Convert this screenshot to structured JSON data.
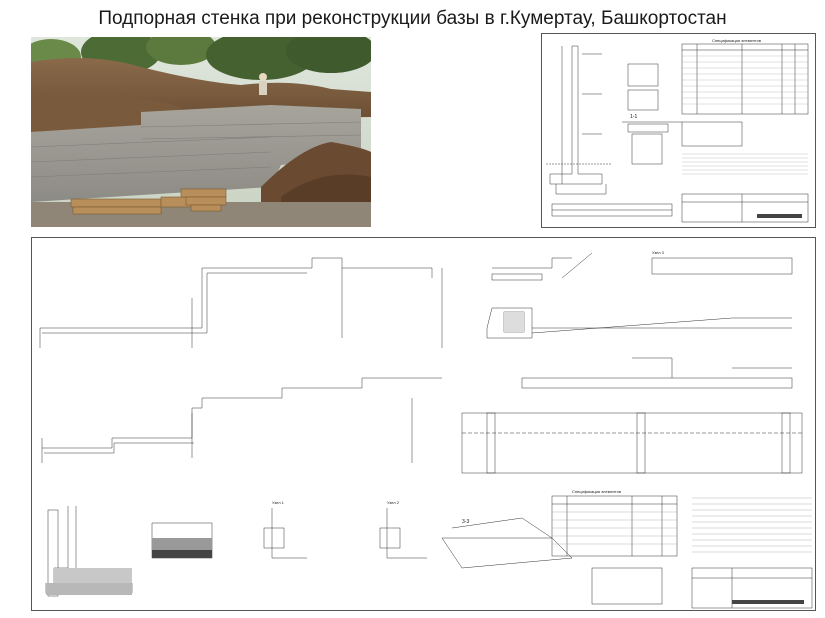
{
  "page": {
    "title": "Подпорная стенка при реконструкции базы в г.Кумертау, Башкортостан"
  },
  "photo": {
    "description_icon": "construction-site-photo"
  },
  "drawings": {
    "top_sheet": {
      "section_label": "1-1",
      "spec_header": "Спецификация элементов"
    },
    "main_sheet": {
      "section_3": "3-3",
      "node_1": "Узел 1",
      "node_2": "Узел 2",
      "node_3": "Узел 3",
      "spec_header": "Спецификация элементов"
    }
  },
  "colors": {
    "line": "#333333",
    "hatch": "#777777"
  }
}
